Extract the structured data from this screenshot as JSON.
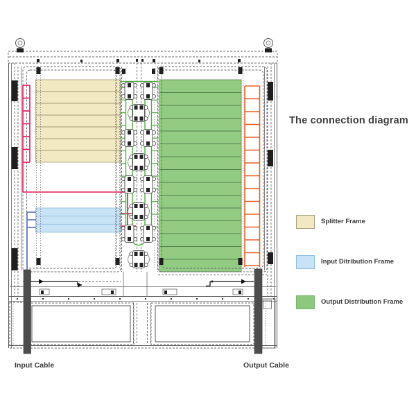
{
  "title": "The connection diagram",
  "legend": {
    "items": [
      {
        "label": "Splitter Frame",
        "color": "#f2e9c3",
        "border": "#a9a27f"
      },
      {
        "label": "Input Ditribution Frame",
        "color": "#c8e3f6",
        "border": "#8fc0e4"
      },
      {
        "label": "Output Distribution Frame",
        "color": "#8cc87d",
        "border": "#7cb56e"
      }
    ]
  },
  "cables": {
    "input": "Input Cable",
    "output": "Output Cable"
  },
  "frames": {
    "splitter": {
      "name": "Splitter Frame",
      "color": "#f2e9c3",
      "divider_color": "#a39b76",
      "shelves": 7
    },
    "input_distribution": {
      "name": "Input Ditribution Frame",
      "color": "#c8e3f6",
      "divider_color": "#8fb9d8",
      "shelves": 3
    },
    "output_distribution": {
      "name": "Output Distribution Frame",
      "color": "#92cb82",
      "divider_color": "#55814d",
      "shelves": 15
    }
  },
  "wires": {
    "splitter_feed_color": "#e01854",
    "input_feed_color": "#5a6fc0",
    "output_feed_color": "#e85f28",
    "patch_color": "#4cae3c"
  },
  "modules": {
    "splitter_module_rows": 8
  }
}
